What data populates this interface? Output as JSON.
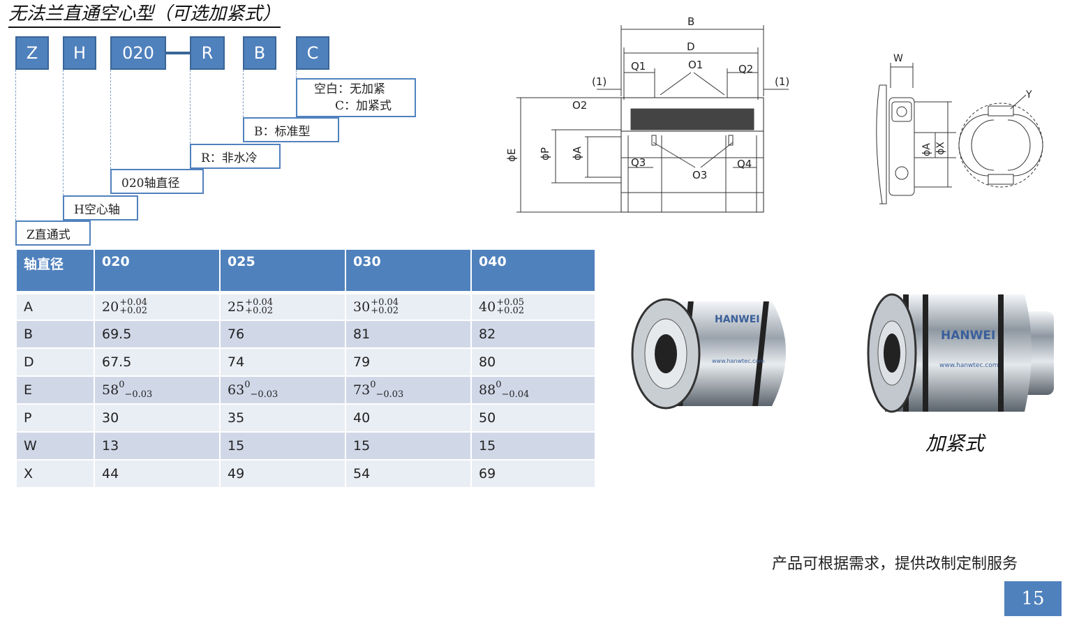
{
  "title": "无法兰直通空心型（可选加紧式）",
  "model_code": {
    "segments": [
      "Z",
      "H",
      "020",
      "R",
      "B",
      "C"
    ]
  },
  "options": {
    "c_line1": "空白：无加紧",
    "c_line2": "C：加紧式",
    "b": "B：标准型",
    "r": "R：非水冷",
    "diameter": "020轴直径",
    "h": "H空心轴",
    "z": "Z直通式"
  },
  "table": {
    "header": [
      "轴直径",
      "020",
      "025",
      "030",
      "040"
    ],
    "rows": {
      "A": {
        "label": "A",
        "v1": {
          "base": "20",
          "up": "+0.04",
          "low": "+0.02"
        },
        "v2": {
          "base": "25",
          "up": "+0.04",
          "low": "+0.02"
        },
        "v3": {
          "base": "30",
          "up": "+0.04",
          "low": "+0.02"
        },
        "v4": {
          "base": "40",
          "up": "+0.05",
          "low": "+0.02"
        }
      },
      "B": {
        "label": "B",
        "v": [
          "69.5",
          "76",
          "81",
          "82"
        ]
      },
      "D": {
        "label": "D",
        "v": [
          "67.5",
          "74",
          "79",
          "80"
        ]
      },
      "E": {
        "label": "E",
        "v1": {
          "base": "58",
          "up": "0",
          "low": "−0.03"
        },
        "v2": {
          "base": "63",
          "up": "0",
          "low": "−0.03"
        },
        "v3": {
          "base": "73",
          "up": "0",
          "low": "−0.03"
        },
        "v4": {
          "base": "88",
          "up": "0",
          "low": "−0.04"
        }
      },
      "P": {
        "label": "P",
        "v": [
          "30",
          "35",
          "40",
          "50"
        ]
      },
      "W": {
        "label": "W",
        "v": [
          "13",
          "15",
          "15",
          "15"
        ]
      },
      "X": {
        "label": "X",
        "v": [
          "44",
          "49",
          "54",
          "69"
        ]
      }
    }
  },
  "drawing_labels": {
    "B": "B",
    "D": "D",
    "Q1": "Q1",
    "O1": "O1",
    "Q2": "Q2",
    "one_left": "(1)",
    "one_right": "(1)",
    "O2": "O2",
    "phiE": "ϕE",
    "phiP": "ϕP",
    "phiA": "ϕA",
    "Q3": "Q3",
    "Q4": "Q4",
    "O3": "O3",
    "W": "W",
    "Y": "Y",
    "phiA2": "ϕA",
    "phiX": "ϕX"
  },
  "photos": {
    "brand": "HANWEI",
    "url": "www.hanwtec.com"
  },
  "caption": "加紧式",
  "footer": "产品可根据需求，提供改制定制服务",
  "page_number": "15",
  "colors": {
    "accent": "#4f81bd",
    "row_dark": "#d0d8e8",
    "row_light": "#e9edf4"
  }
}
